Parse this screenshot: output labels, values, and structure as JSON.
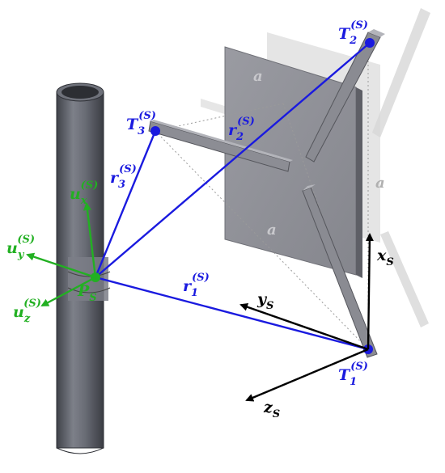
{
  "colors": {
    "vector_blue": "#1a1adf",
    "sensor_green": "#22b022",
    "axis_black": "#000000",
    "panel_gray": "#8f9097",
    "ghost_gray": "#d9d9d9",
    "pole_dark": "#5c5f68"
  },
  "labels": {
    "t1": {
      "base": "T",
      "sub": "1",
      "sup": "(S)"
    },
    "t2": {
      "base": "T",
      "sub": "2",
      "sup": "(S)"
    },
    "t3": {
      "base": "T",
      "sub": "3",
      "sup": "(S)"
    },
    "r1": {
      "base": "r",
      "sub": "1",
      "sup": "(S)"
    },
    "r2": {
      "base": "r",
      "sub": "2",
      "sup": "(S)"
    },
    "r3": {
      "base": "r",
      "sub": "3",
      "sup": "(S)"
    },
    "ux": {
      "base": "u",
      "sub": "x",
      "sup": "(S)"
    },
    "uy": {
      "base": "u",
      "sub": "y",
      "sup": "(S)"
    },
    "uz": {
      "base": "u",
      "sub": "z",
      "sup": "(S)"
    },
    "ps": {
      "base": "P",
      "sub": "S"
    },
    "xs": {
      "base": "x",
      "sub": "S"
    },
    "ys": {
      "base": "y",
      "sub": "S"
    },
    "zs": {
      "base": "z",
      "sub": "S"
    },
    "a_top": "a",
    "a_bottom": "a",
    "a_right": "a"
  }
}
